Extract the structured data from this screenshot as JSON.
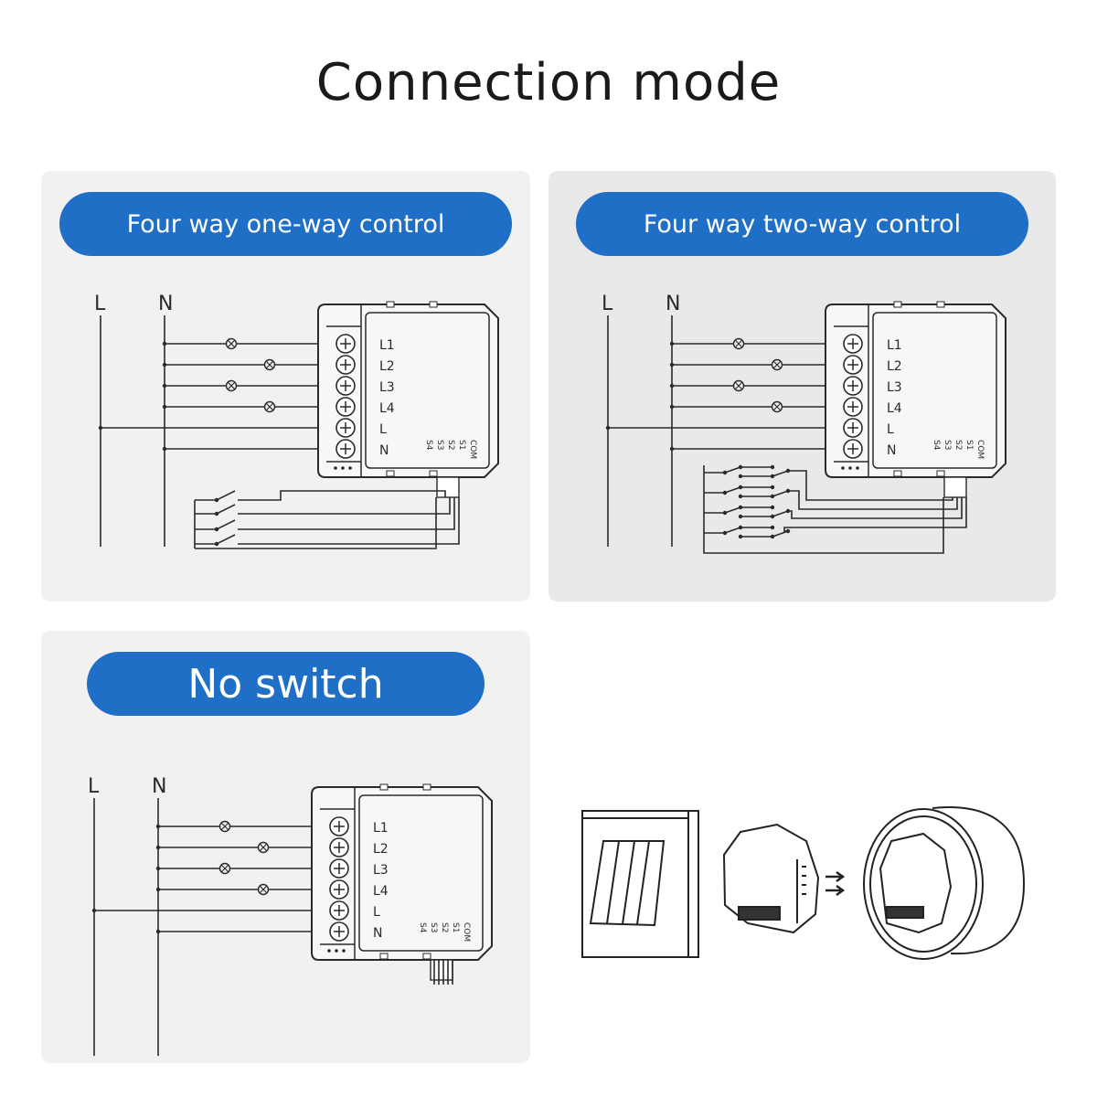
{
  "title": "Connection mode",
  "panels": [
    {
      "label": "Four way one-way control",
      "mode": "one-way"
    },
    {
      "label": "Four way two-way control",
      "mode": "two-way"
    },
    {
      "label": "No switch",
      "mode": "none"
    }
  ],
  "wiring": {
    "line_label": "L",
    "neutral_label": "N",
    "terminals": [
      "L1",
      "L2",
      "L3",
      "L4",
      "L",
      "N"
    ],
    "switch_pins": [
      "COM",
      "S1",
      "S2",
      "S3",
      "S4"
    ]
  },
  "colors": {
    "pill": "#1f6fc6",
    "panel": "#f1f1f1",
    "panel_alt": "#e9e9e9",
    "ink": "#2a2a2a"
  }
}
